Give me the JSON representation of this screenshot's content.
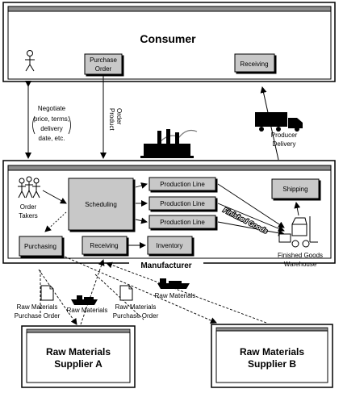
{
  "consumer": {
    "title": "Consumer",
    "purchase_order": [
      "Purchase",
      "Order"
    ],
    "receiving": "Receiving"
  },
  "flows": {
    "negotiate": [
      "Negotiate",
      "price, terms,",
      "delivery",
      "date, etc."
    ],
    "product_order": [
      "Product",
      "Order"
    ],
    "producer_delivery": [
      "Producer",
      "Delivery"
    ],
    "finished_goods": "Finished Goods",
    "raw_materials": "Raw Materials",
    "raw_materials_po": [
      "Raw Materials",
      "Purchase Order"
    ]
  },
  "manufacturer": {
    "title": "Manufacturer",
    "order_takers": [
      "Order",
      "Takers"
    ],
    "scheduling": "Scheduling",
    "production_lines": [
      "Production Line",
      "Production Line",
      "Production Line"
    ],
    "shipping": "Shipping",
    "purchasing": "Purchasing",
    "receiving": "Receiving",
    "inventory": "Inventory",
    "warehouse": [
      "Finished Goods",
      "Warehouse"
    ]
  },
  "suppliers": [
    {
      "line1": "Raw Materials",
      "line2": "Supplier A"
    },
    {
      "line1": "Raw Materials",
      "line2": "Supplier B"
    }
  ],
  "colors": {
    "box_gray": "#c8c8c8",
    "frame_gray": "#8c8c8c",
    "ink": "#000000"
  }
}
